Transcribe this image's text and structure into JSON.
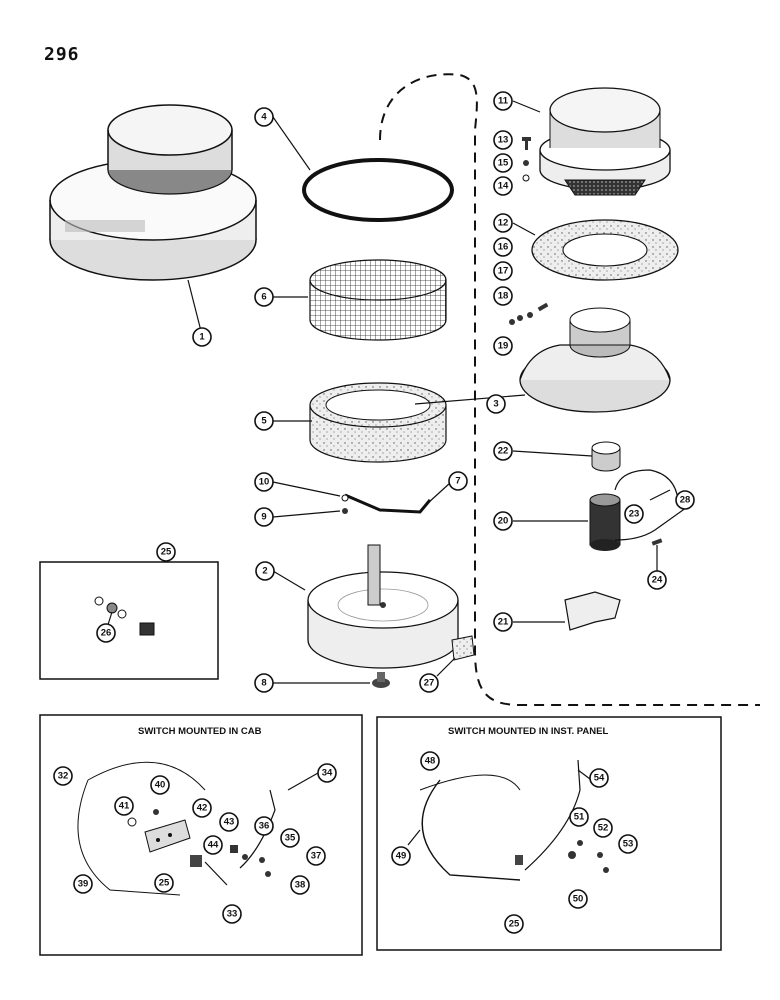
{
  "page_number": "296",
  "callouts": {
    "c1": "1",
    "c2": "2",
    "c3": "3",
    "c4": "4",
    "c5": "5",
    "c6": "6",
    "c7": "7",
    "c8": "8",
    "c9": "9",
    "c10": "10",
    "c11": "11",
    "c12": "12",
    "c13": "13",
    "c14": "14",
    "c15": "15",
    "c16": "16",
    "c17": "17",
    "c18": "18",
    "c19": "19",
    "c20": "20",
    "c21": "21",
    "c22": "22",
    "c23": "23",
    "c24": "24",
    "c25": "25",
    "c26": "26",
    "c27": "27",
    "c28": "28",
    "c32": "32",
    "c33": "33",
    "c34": "34",
    "c35": "35",
    "c36": "36",
    "c37": "37",
    "c38": "38",
    "c39": "39",
    "c40": "40",
    "c41": "41",
    "c42": "42",
    "c43": "43",
    "c44": "44",
    "c25b": "25",
    "c48": "48",
    "c49": "49",
    "c50": "50",
    "c51": "51",
    "c52": "52",
    "c53": "53",
    "c54": "54",
    "c25c": "25"
  },
  "boxes": {
    "cab_title": "SWITCH MOUNTED IN CAB",
    "panel_title": "SWITCH MOUNTED IN INST. PANEL"
  }
}
